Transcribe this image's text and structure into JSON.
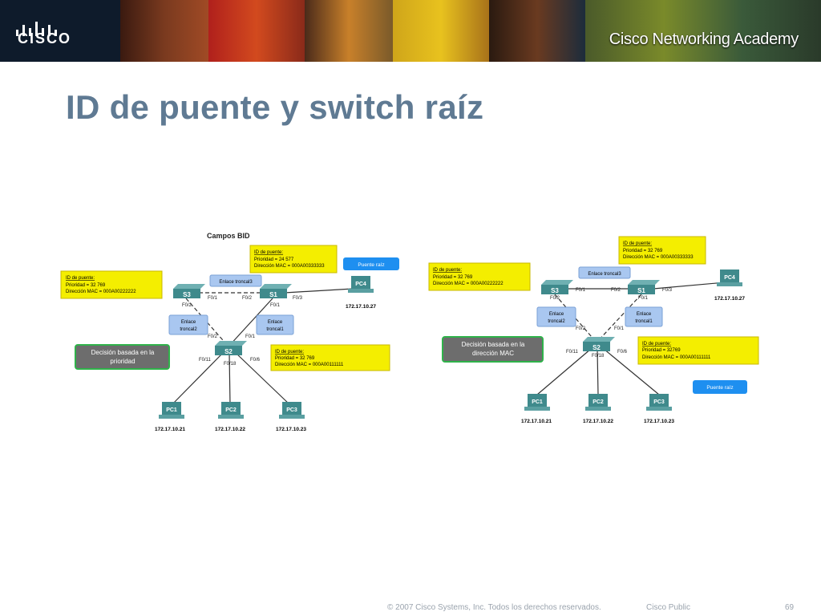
{
  "header": {
    "logo_text": "CISCO",
    "academy_text": "Cisco Networking Academy"
  },
  "slide": {
    "title": "ID de puente y switch raíz"
  },
  "left_diagram": {
    "heading": "Campos BID",
    "root_label": "Puente raíz",
    "decision_label": [
      "Decisión basada en la",
      "prioridad"
    ],
    "switches": [
      {
        "name": "S3",
        "ports": [
          "F0/1",
          "F0/2"
        ]
      },
      {
        "name": "S1",
        "ports": [
          "F0/2",
          "F0/1",
          "F0/3"
        ]
      },
      {
        "name": "S2",
        "ports": [
          "F0/2",
          "F0/1",
          "F0/11",
          "F0/18",
          "F0/6"
        ]
      }
    ],
    "trunks": [
      {
        "line1": "Enlace troncal3",
        "line2": ""
      },
      {
        "line1": "Enlace",
        "line2": "troncal2"
      },
      {
        "line1": "Enlace",
        "line2": "troncal1"
      }
    ],
    "bid_boxes": [
      {
        "title": "ID de puente:",
        "priority": "Prioridad = 32 769",
        "mac": "Dirección MAC = 000A00222222"
      },
      {
        "title": "ID de puente:",
        "priority": "Prioridad = 24 577",
        "mac": "Dirección MAC = 000A00333333"
      },
      {
        "title": "ID de puente:",
        "priority": "Prioridad = 32 769",
        "mac": "Dirección MAC = 000A00111111"
      }
    ],
    "pcs": [
      {
        "name": "PC4",
        "ip": "172.17.10.27"
      },
      {
        "name": "PC1",
        "ip": "172.17.10.21"
      },
      {
        "name": "PC2",
        "ip": "172.17.10.22"
      },
      {
        "name": "PC3",
        "ip": "172.17.10.23"
      }
    ]
  },
  "right_diagram": {
    "root_label": "Puente raíz",
    "decision_label": [
      "Decisión basada en la",
      "dirección MAC"
    ],
    "switches": [
      {
        "name": "S3",
        "ports": [
          "F0/1",
          "F0/2"
        ]
      },
      {
        "name": "S1",
        "ports": [
          "F0/2",
          "F0/1",
          "F0/3"
        ]
      },
      {
        "name": "S2",
        "ports": [
          "F0/2",
          "F0/1",
          "F0/11",
          "F0/18",
          "F0/6"
        ]
      }
    ],
    "trunks": [
      {
        "line1": "Enlace troncal3",
        "line2": ""
      },
      {
        "line1": "Enlace",
        "line2": "troncal2"
      },
      {
        "line1": "Enlace",
        "line2": "troncal1"
      }
    ],
    "bid_boxes": [
      {
        "title": "ID de puente:",
        "priority": "Prioridad = 32 769",
        "mac": "Dirección MAC = 000A00222222"
      },
      {
        "title": "ID de puente:",
        "priority": "Prioridad = 32 769",
        "mac": "Dirección MAC = 000A00333333"
      },
      {
        "title": "ID de puente:",
        "priority": "Prioridad = 32769",
        "mac": "Dirección MAC = 000A00111111"
      }
    ],
    "pcs": [
      {
        "name": "PC4",
        "ip": "172.17.10.27"
      },
      {
        "name": "PC1",
        "ip": "172.17.10.21"
      },
      {
        "name": "PC2",
        "ip": "172.17.10.22"
      },
      {
        "name": "PC3",
        "ip": "172.17.10.23"
      }
    ]
  },
  "footer": {
    "copyright": "© 2007 Cisco Systems, Inc. Todos los derechos reservados.",
    "classification": "Cisco Public",
    "page_number": "69"
  },
  "colors": {
    "title": "#5f7a93",
    "bid_box": "#f4ee00",
    "trunk_label": "#a9c7f0",
    "root_label": "#1e8ff0",
    "decision_bg": "#6d6d6d",
    "decision_border": "#2fb24a",
    "switch": "#3f8a8c"
  }
}
